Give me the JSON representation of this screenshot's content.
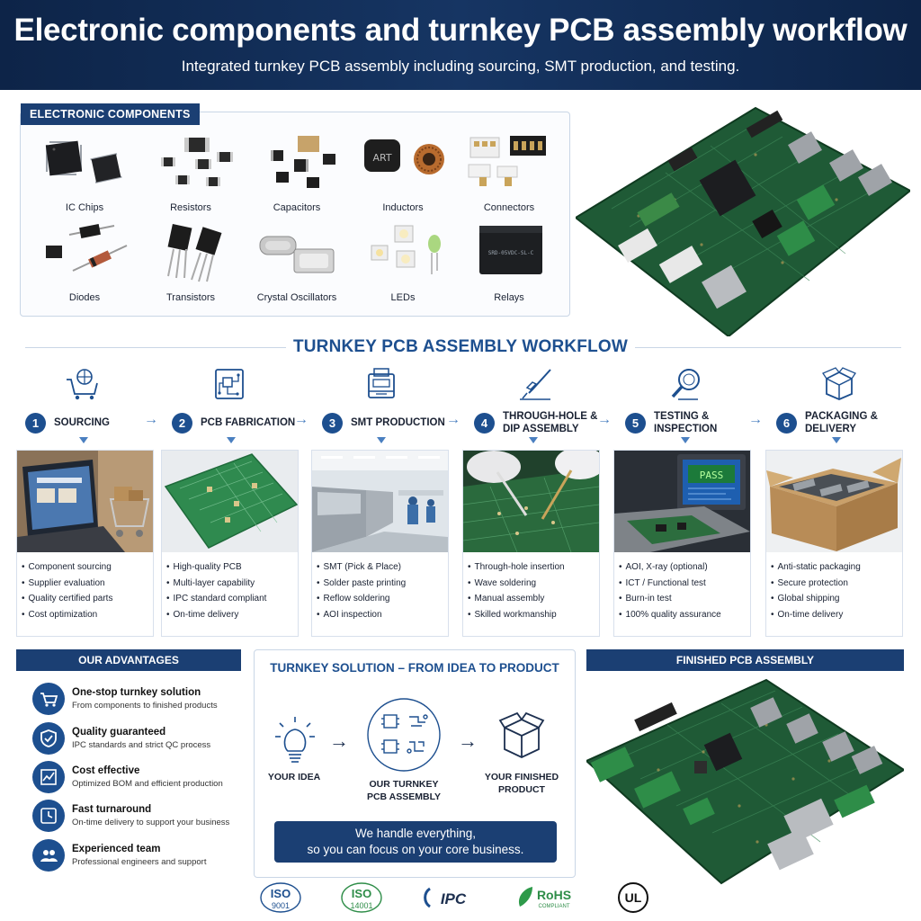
{
  "header": {
    "title": "Electronic components and turnkey PCB assembly workflow",
    "subtitle": "Integrated turnkey PCB assembly including sourcing, SMT production, and testing."
  },
  "components": {
    "heading": "ELECTRONIC COMPONENTS",
    "items": [
      {
        "label": "IC Chips",
        "icon": "ic-chip-icon"
      },
      {
        "label": "Resistors",
        "icon": "resistor-icon"
      },
      {
        "label": "Capacitors",
        "icon": "capacitor-icon"
      },
      {
        "label": "Inductors",
        "icon": "inductor-icon"
      },
      {
        "label": "Connectors",
        "icon": "connector-icon"
      },
      {
        "label": "Diodes",
        "icon": "diode-icon"
      },
      {
        "label": "Transistors",
        "icon": "transistor-icon"
      },
      {
        "label": "Crystal Oscillators",
        "icon": "crystal-oscillator-icon"
      },
      {
        "label": "LEDs",
        "icon": "led-icon"
      },
      {
        "label": "Relays",
        "icon": "relay-icon"
      }
    ],
    "ic_marking": "ART",
    "relay_marking": "SRD-05VDC-SL-C"
  },
  "workflow": {
    "title": "TURNKEY PCB ASSEMBLY WORKFLOW",
    "steps": [
      {
        "num": "1",
        "name": "SOURCING",
        "icon": "shopping-cart-icon",
        "bullets": [
          "Component sourcing",
          "Supplier evaluation",
          "Quality certified parts",
          "Cost optimization"
        ]
      },
      {
        "num": "2",
        "name": "PCB FABRICATION",
        "icon": "circuit-board-icon",
        "bullets": [
          "High-quality PCB",
          "Multi-layer capability",
          "IPC standard compliant",
          "On-time delivery"
        ]
      },
      {
        "num": "3",
        "name": "SMT PRODUCTION",
        "icon": "pick-and-place-machine-icon",
        "bullets": [
          "SMT (Pick & Place)",
          "Solder paste printing",
          "Reflow soldering",
          "AOI inspection"
        ]
      },
      {
        "num": "4",
        "name": "THROUGH-HOLE & DIP ASSEMBLY",
        "name_line1": "THROUGH-HOLE &",
        "name_line2": "DIP ASSEMBLY",
        "icon": "soldering-iron-icon",
        "bullets": [
          "Through-hole insertion",
          "Wave soldering",
          "Manual assembly",
          "Skilled workmanship"
        ]
      },
      {
        "num": "5",
        "name": "TESTING & INSPECTION",
        "name_line1": "TESTING &",
        "name_line2": "INSPECTION",
        "icon": "magnifier-icon",
        "bullets": [
          "AOI, X-ray (optional)",
          "ICT / Functional test",
          "Burn-in test",
          "100% quality assurance"
        ]
      },
      {
        "num": "6",
        "name": "PACKAGING & DELIVERY",
        "name_line1": "PACKAGING &",
        "name_line2": "DELIVERY",
        "icon": "package-box-icon",
        "bullets": [
          "Anti-static packaging",
          "Secure protection",
          "Global shipping",
          "On-time delivery"
        ]
      }
    ],
    "test_screen_text": "PASS"
  },
  "advantages": {
    "heading": "OUR ADVANTAGES",
    "items": [
      {
        "title": "One-stop turnkey solution",
        "sub": "From components to finished products",
        "icon": "cart-icon"
      },
      {
        "title": "Quality guaranteed",
        "sub": "IPC standards and strict QC process",
        "icon": "shield-check-icon"
      },
      {
        "title": "Cost effective",
        "sub": "Optimized BOM and efficient production",
        "icon": "cost-chart-icon"
      },
      {
        "title": "Fast turnaround",
        "sub": "On-time delivery to support your business",
        "icon": "clock-icon"
      },
      {
        "title": "Experienced team",
        "sub": "Professional engineers and support",
        "icon": "team-icon"
      }
    ]
  },
  "solution": {
    "title": "TURNKEY SOLUTION – FROM IDEA TO PRODUCT",
    "idea": "YOUR IDEA",
    "assembly_line1": "OUR TURNKEY",
    "assembly_line2": "PCB ASSEMBLY",
    "product_line1": "YOUR FINISHED",
    "product_line2": "PRODUCT",
    "banner_line1": "We handle everything,",
    "banner_line2": "so you can focus on your core business."
  },
  "finished": {
    "heading": "FINISHED PCB ASSEMBLY"
  },
  "certifications": {
    "iso9001_a": "ISO",
    "iso9001_b": "9001",
    "iso14001_a": "ISO",
    "iso14001_b": "14001",
    "ipc": "IPC",
    "rohs_a": "RoHS",
    "rohs_b": "COMPLIANT",
    "ul": "UL"
  },
  "colors": {
    "navy": "#1b3f73",
    "accent_blue": "#1d4f8f",
    "pcb_green": "#1f5a36"
  }
}
